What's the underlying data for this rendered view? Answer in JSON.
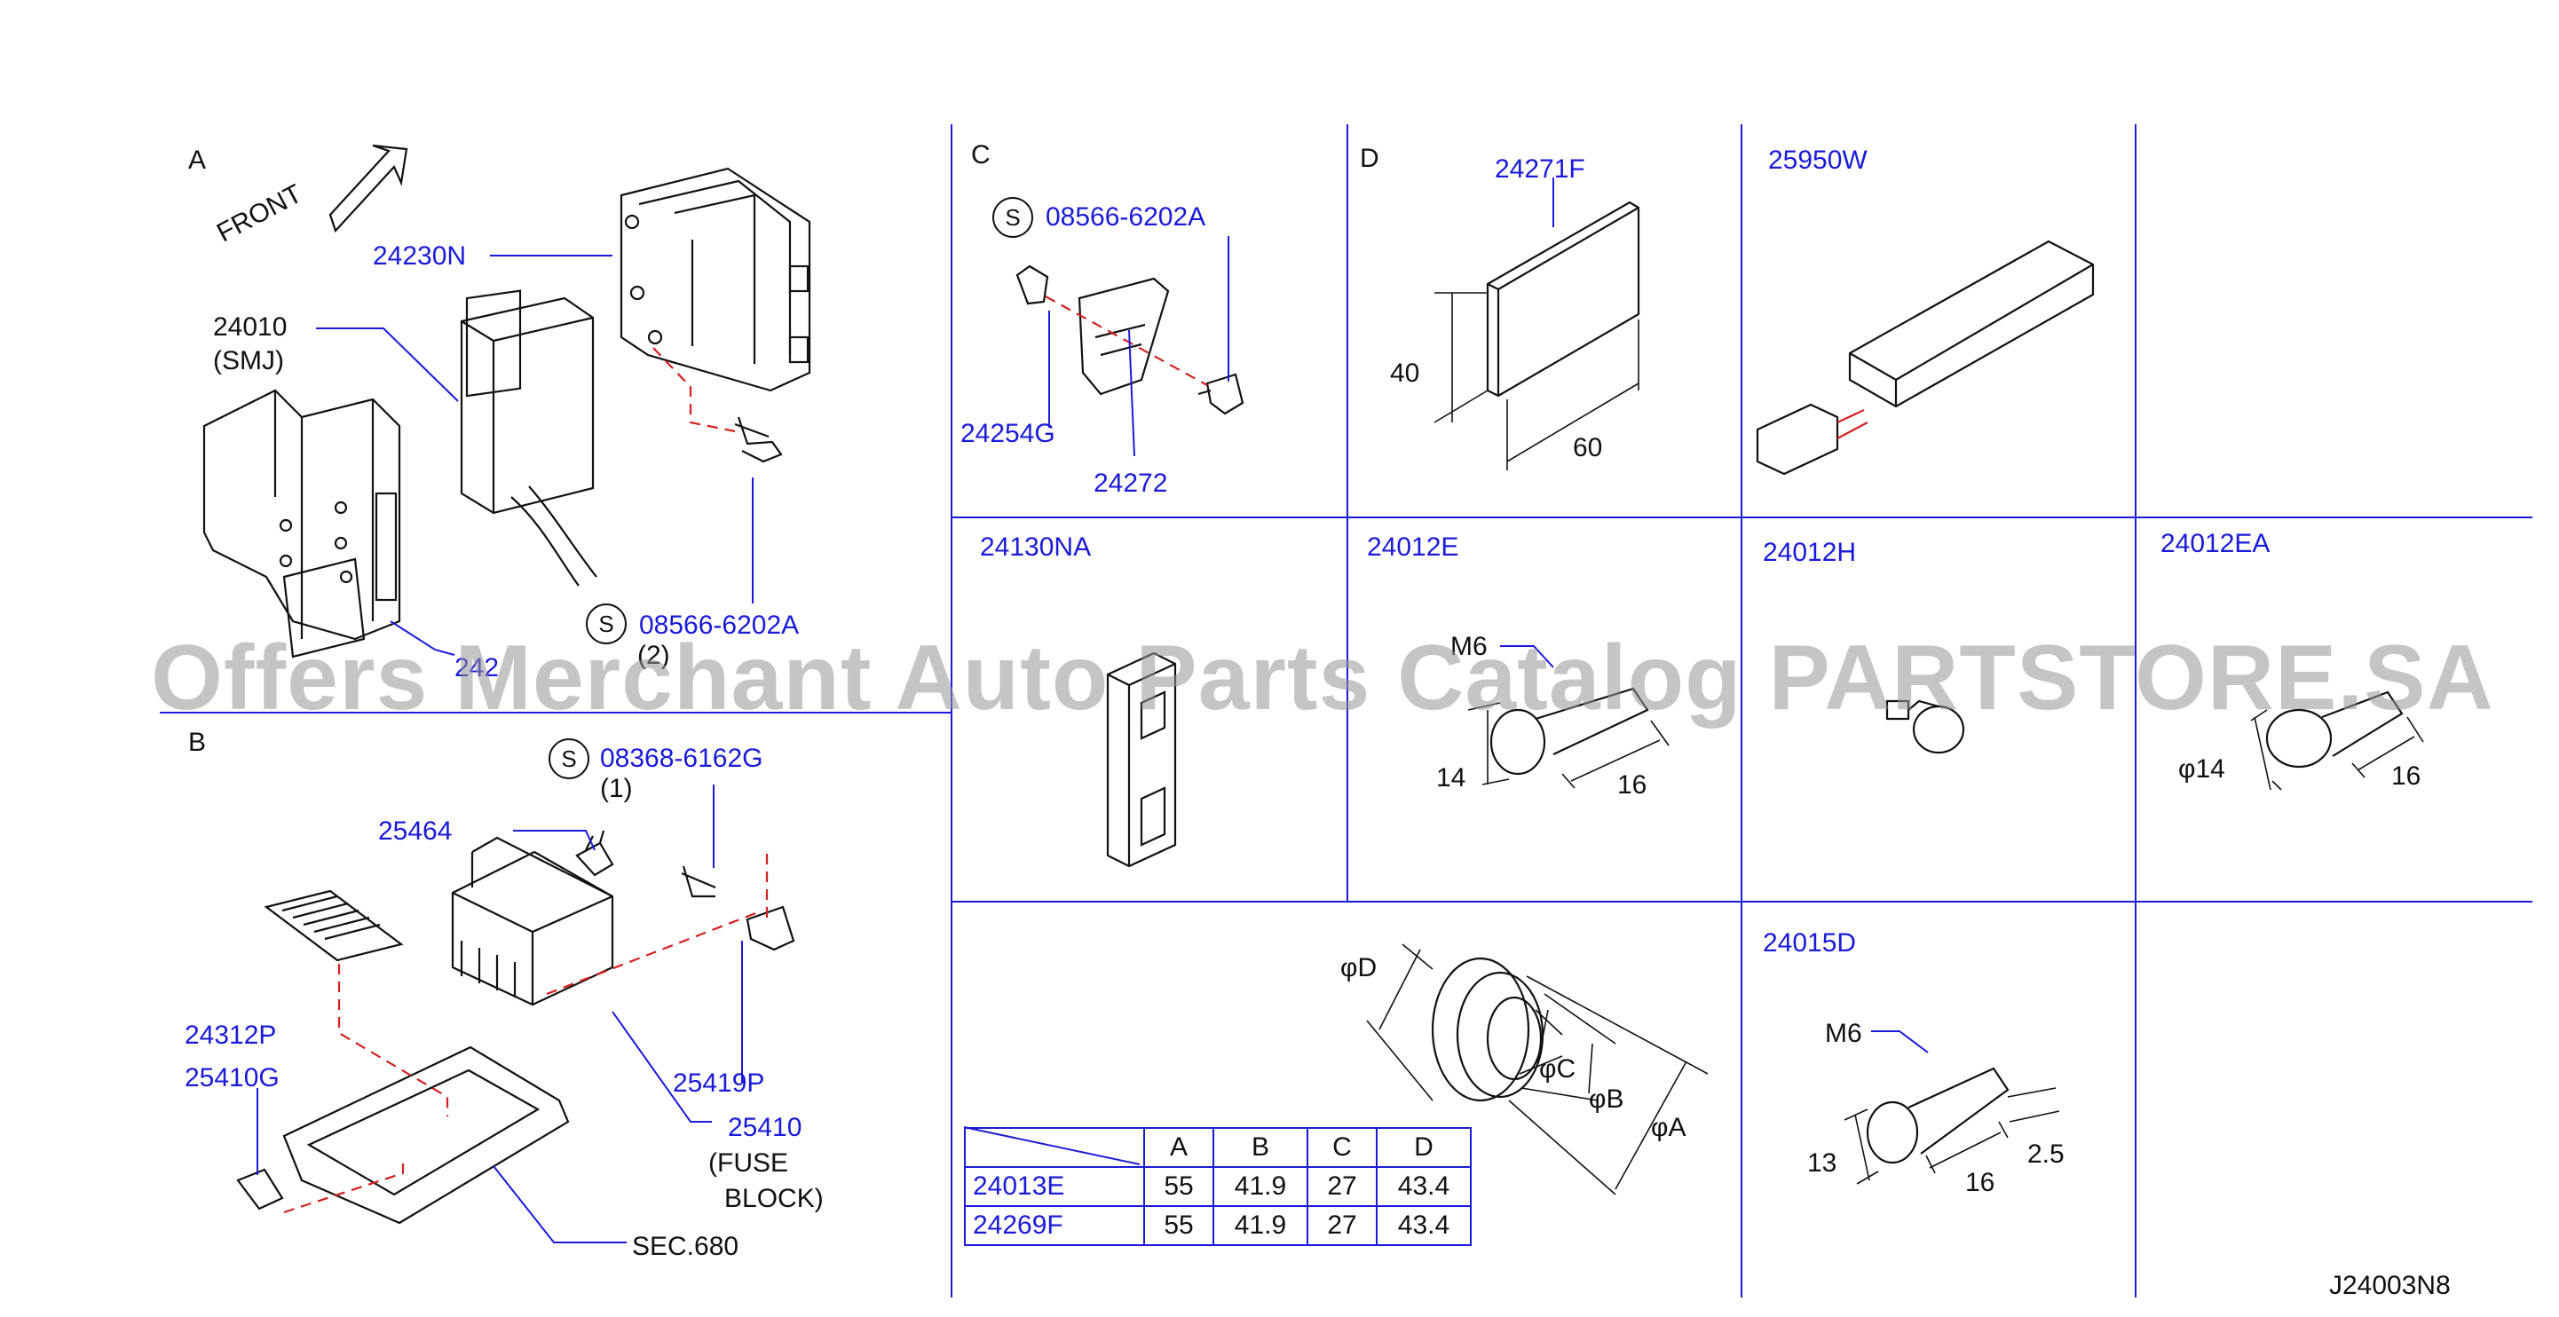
{
  "sections": {
    "a": "A",
    "b": "B",
    "c": "C",
    "d": "D"
  },
  "front_label": "FRONT",
  "screw_symbol": "S",
  "parts": {
    "p24230N": "24230N",
    "p24010": "24010",
    "p24010_sub": "(SMJ)",
    "a_screw": "08566-6202A",
    "a_screw_qty": "(2)",
    "a_hidden_tail": "242",
    "b_screw": "08368-6162G",
    "b_screw_qty": "(1)",
    "p25464": "25464",
    "p24312P": "24312P",
    "p25410G": "25410G",
    "p25419P": "25419P",
    "p25410": "25410",
    "p25410_sub1": "(FUSE",
    "p25410_sub2": "BLOCK)",
    "sec680": "SEC.680",
    "c_screw": "08566-6202A",
    "p24254G": "24254G",
    "p24272": "24272",
    "p24271F": "24271F",
    "p25950W": "25950W",
    "p24130NA": "24130NA",
    "p24012E": "24012E",
    "p24012H": "24012H",
    "p24012EA": "24012EA",
    "p24015D": "24015D"
  },
  "dimensions": {
    "d_height": "40",
    "d_width": "60",
    "e_thread": "M6",
    "e_head": "14",
    "e_len": "16",
    "ea_dia": "φ14",
    "ea_len": "16",
    "grom_D": "φD",
    "grom_C": "φC",
    "grom_B": "φB",
    "grom_A": "φA",
    "d15_thread": "M6",
    "d15_head": "13",
    "d15_len": "16",
    "d15_tip": "2.5"
  },
  "table": {
    "headers": [
      "",
      "A",
      "B",
      "C",
      "D"
    ],
    "rows": [
      [
        "24013E",
        "55",
        "41.9",
        "27",
        "43.4"
      ],
      [
        "24269F",
        "55",
        "41.9",
        "27",
        "43.4"
      ]
    ]
  },
  "watermark": "Offers Merchant Auto Parts Catalog PARTSTORE.SA",
  "drawing_code": "J24003N8"
}
